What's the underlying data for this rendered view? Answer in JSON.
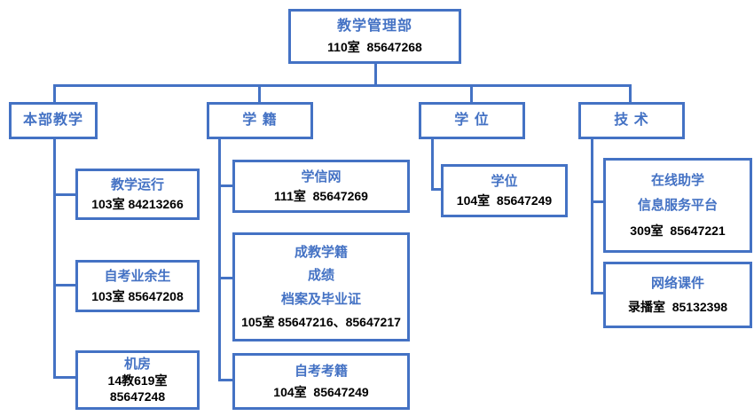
{
  "colors": {
    "accent": "#4472C4",
    "text": "#000000",
    "canvas_bg": "#FFFFFF"
  },
  "root": {
    "title": "教学管理部",
    "detail": "110室  85647268"
  },
  "branches": [
    {
      "label": "本部教学",
      "children": [
        {
          "titles": [
            "教学运行"
          ],
          "details": [
            "103室 84213266"
          ]
        },
        {
          "titles": [
            "自考业余生"
          ],
          "details": [
            "103室 85647208"
          ]
        },
        {
          "titles": [
            "机房"
          ],
          "details": [
            "14教619室",
            "85647248"
          ]
        }
      ]
    },
    {
      "label": "学 籍",
      "children": [
        {
          "titles": [
            "学信网"
          ],
          "details": [
            "111室  85647269"
          ]
        },
        {
          "titles": [
            "成教学籍",
            "成绩",
            "档案及毕业证"
          ],
          "details": [
            "105室 85647216、85647217"
          ]
        },
        {
          "titles": [
            "自考考籍"
          ],
          "details": [
            "104室  85647249"
          ]
        }
      ]
    },
    {
      "label": "学 位",
      "children": [
        {
          "titles": [
            "学位"
          ],
          "details": [
            "104室  85647249"
          ]
        }
      ]
    },
    {
      "label": "技 术",
      "children": [
        {
          "titles": [
            "在线助学",
            "信息服务平台"
          ],
          "details": [
            "309室  85647221"
          ]
        },
        {
          "titles": [
            "网络课件"
          ],
          "details": [
            "录播室  85132398"
          ]
        }
      ]
    }
  ]
}
